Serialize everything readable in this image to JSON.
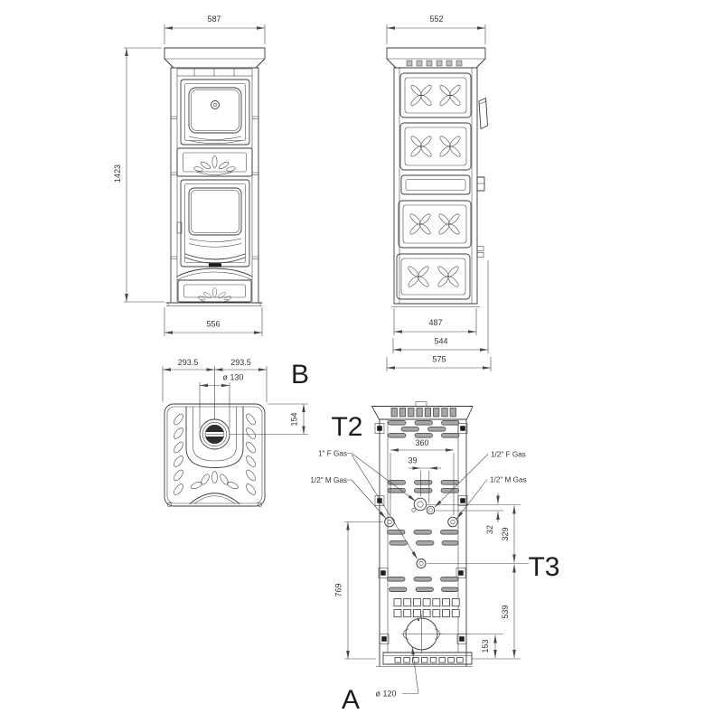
{
  "colors": {
    "background": "#ffffff",
    "line": "#3a3a3a",
    "slot_fill": "#a6a6a6",
    "text": "#1c1c1c"
  },
  "views": {
    "front": {
      "dims": {
        "width_top": "587",
        "height": "1423",
        "width_bottom": "556"
      }
    },
    "side": {
      "dims": {
        "width_top": "552",
        "width_inner": "487",
        "width_mid": "544",
        "width_outer": "575"
      }
    },
    "top": {
      "label": "B",
      "dims": {
        "half_left": "293.5",
        "half_right": "293.5",
        "flue_diameter": "ø 130",
        "flue_offset": "154"
      }
    },
    "back": {
      "labels": {
        "t2": "T2",
        "t3": "T3",
        "a": "A"
      },
      "connections": {
        "gas_1_f": "1\" F Gas",
        "gas_half_m_left": "1/2\" M Gas",
        "gas_half_f": "1/2\" F Gas",
        "gas_half_m_right": "1/2\" M Gas"
      },
      "dims": {
        "gas_span": "360",
        "gas_pair_offset": "39",
        "vertical_32": "32",
        "vertical_329": "329",
        "height_769": "769",
        "vertical_539": "539",
        "vertical_153": "153",
        "flue_diameter": "ø 120"
      }
    }
  }
}
